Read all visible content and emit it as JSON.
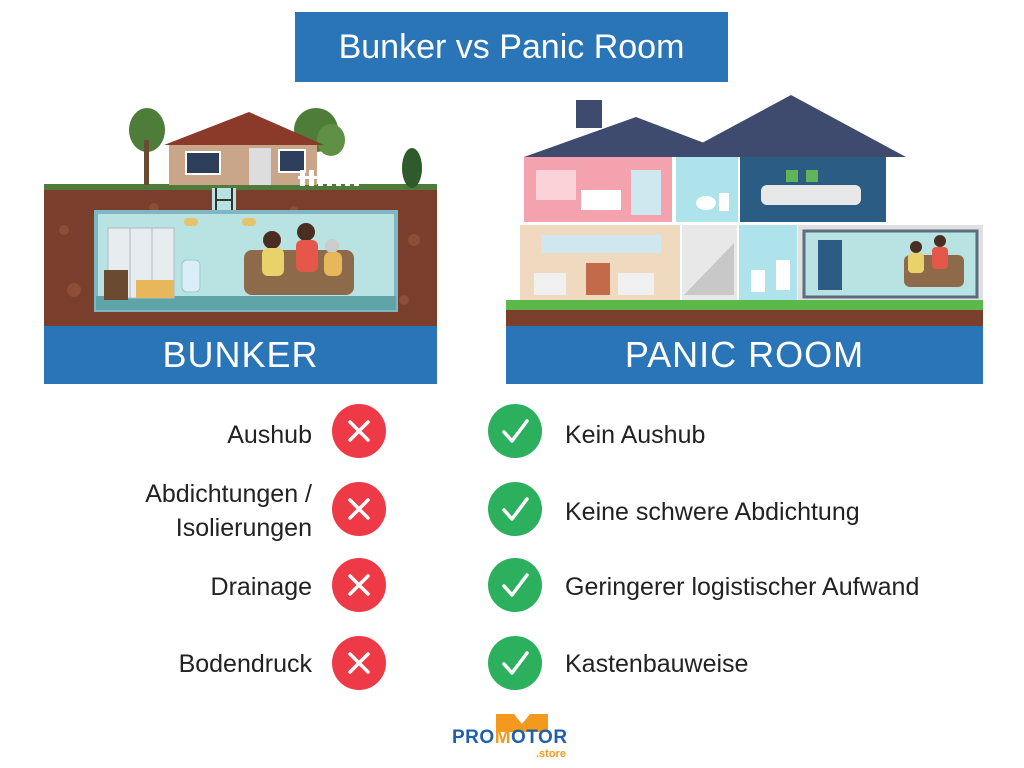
{
  "title": "Bunker vs Panic Room",
  "bunker_label": "BUNKER",
  "panic_label": "PANIC ROOM",
  "cons": [
    {
      "text": "Aushub",
      "icon": "cross-icon"
    },
    {
      "text": "Abdichtungen /\nIsolierungen",
      "icon": "cross-icon"
    },
    {
      "text": "Drainage",
      "icon": "cross-icon"
    },
    {
      "text": "Bodendruck",
      "icon": "cross-icon"
    }
  ],
  "pros": [
    {
      "text": "Kein Aushub",
      "icon": "check-icon"
    },
    {
      "text": "Keine schwere Abdichtung",
      "icon": "check-icon"
    },
    {
      "text": "Geringerer logistischer Aufwand",
      "icon": "check-icon"
    },
    {
      "text": "Kastenbauweise",
      "icon": "check-icon"
    }
  ],
  "logo": {
    "main_pre": "PRO",
    "main_m": "M",
    "main_post": "OTOR",
    "sub": ".store"
  },
  "colors": {
    "brand_blue": "#2a74b8",
    "cross_red": "#ee3a47",
    "check_green": "#2db05e",
    "logo_orange": "#f39a1e"
  }
}
